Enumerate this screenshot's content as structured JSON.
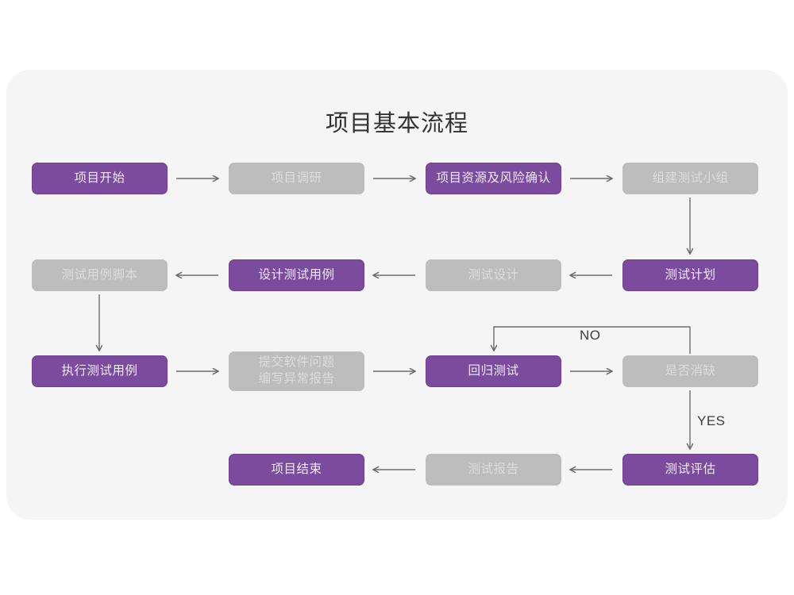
{
  "diagram": {
    "title": "项目基本流程",
    "colors": {
      "page_background": "#ffffff",
      "card_background": "#f5f5f5",
      "node_purple": "#7b4b9e",
      "node_purple_text": "#f2eaf8",
      "node_gray": "#bdbdbd",
      "node_gray_text": "#dcdcdc",
      "connector": "#6b6b6b",
      "title_text": "#333333"
    },
    "nodes": [
      {
        "id": "n1",
        "label": "项目开始",
        "style": "purple",
        "row": 1,
        "col": 1
      },
      {
        "id": "n2",
        "label": "项目调研",
        "style": "gray",
        "row": 1,
        "col": 2
      },
      {
        "id": "n3",
        "label": "项目资源及风险确认",
        "style": "purple",
        "row": 1,
        "col": 3
      },
      {
        "id": "n4",
        "label": "组建测试小组",
        "style": "gray",
        "row": 1,
        "col": 4
      },
      {
        "id": "n5",
        "label": "测试用例脚本",
        "style": "gray",
        "row": 2,
        "col": 1
      },
      {
        "id": "n6",
        "label": "设计测试用例",
        "style": "purple",
        "row": 2,
        "col": 2
      },
      {
        "id": "n7",
        "label": "测试设计",
        "style": "gray",
        "row": 2,
        "col": 3
      },
      {
        "id": "n8",
        "label": "测试计划",
        "style": "purple",
        "row": 2,
        "col": 4
      },
      {
        "id": "n9",
        "label": "执行测试用例",
        "style": "purple",
        "row": 3,
        "col": 1
      },
      {
        "id": "n10",
        "label": "提交软件问题\n编写异常报告",
        "style": "gray",
        "row": 3,
        "col": 2
      },
      {
        "id": "n11",
        "label": "回归测试",
        "style": "purple",
        "row": 3,
        "col": 3
      },
      {
        "id": "n12",
        "label": "是否消缺",
        "style": "gray",
        "row": 3,
        "col": 4
      },
      {
        "id": "n13",
        "label": "项目结束",
        "style": "purple",
        "row": 4,
        "col": 2
      },
      {
        "id": "n14",
        "label": "测试报告",
        "style": "gray",
        "row": 4,
        "col": 3
      },
      {
        "id": "n15",
        "label": "测试评估",
        "style": "purple",
        "row": 4,
        "col": 4
      }
    ],
    "edge_labels": {
      "no": "NO",
      "yes": "YES"
    },
    "edges": [
      {
        "from": "n1",
        "to": "n2",
        "dir": "right"
      },
      {
        "from": "n2",
        "to": "n3",
        "dir": "right"
      },
      {
        "from": "n3",
        "to": "n4",
        "dir": "right"
      },
      {
        "from": "n4",
        "to": "n8",
        "dir": "down"
      },
      {
        "from": "n8",
        "to": "n7",
        "dir": "left"
      },
      {
        "from": "n7",
        "to": "n6",
        "dir": "left"
      },
      {
        "from": "n6",
        "to": "n5",
        "dir": "left"
      },
      {
        "from": "n5",
        "to": "n9",
        "dir": "down"
      },
      {
        "from": "n9",
        "to": "n10",
        "dir": "right"
      },
      {
        "from": "n10",
        "to": "n11",
        "dir": "right"
      },
      {
        "from": "n11",
        "to": "n12",
        "dir": "right"
      },
      {
        "from": "n12",
        "to": "n11",
        "dir": "loop-up",
        "label": "NO"
      },
      {
        "from": "n12",
        "to": "n15",
        "dir": "down",
        "label": "YES"
      },
      {
        "from": "n15",
        "to": "n14",
        "dir": "left"
      },
      {
        "from": "n14",
        "to": "n13",
        "dir": "left"
      }
    ]
  }
}
